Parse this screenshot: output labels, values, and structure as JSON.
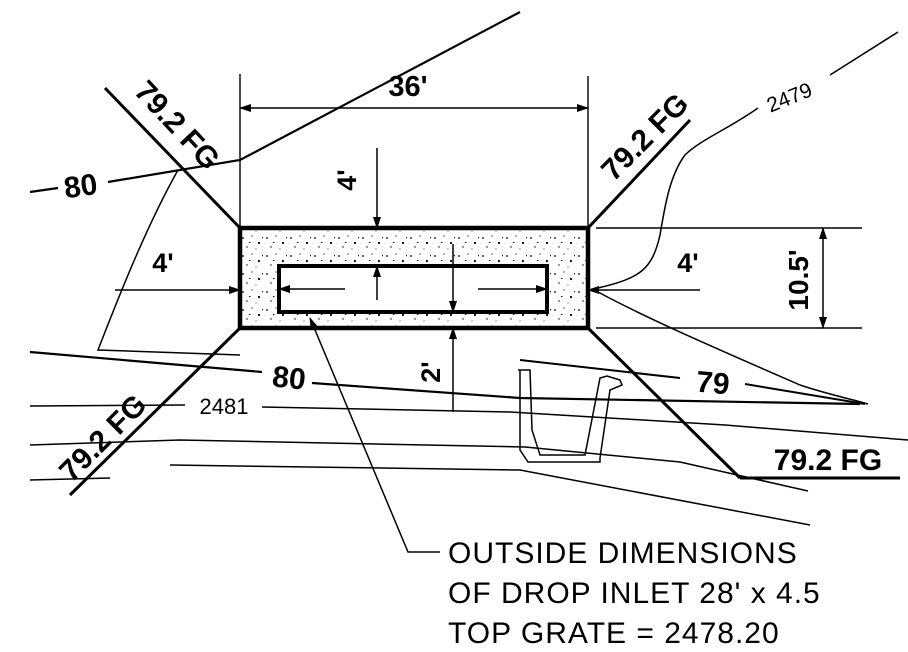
{
  "dimensions": {
    "width": "36'",
    "left_margin": "4'",
    "right_margin": "4'",
    "top_margin": "4'",
    "bottom_margin": "2'",
    "height": "10.5'"
  },
  "grade_labels": {
    "fg_top_left": "79.2 FG",
    "fg_top_right": "79.2 FG",
    "fg_bottom_left": "79.2 FG",
    "fg_bottom_right": "79.2 FG"
  },
  "contours": {
    "c80_left": "80",
    "c80_bottom": "80",
    "c79": "79",
    "c2479": "2479",
    "c2481": "2481"
  },
  "note": {
    "line1": "OUTSIDE DIMENSIONS",
    "line2": "OF DROP INLET 28' x 4.5",
    "line3": "TOP GRATE = 2478.20"
  },
  "colors": {
    "ink": "#000000",
    "paper": "#ffffff"
  }
}
